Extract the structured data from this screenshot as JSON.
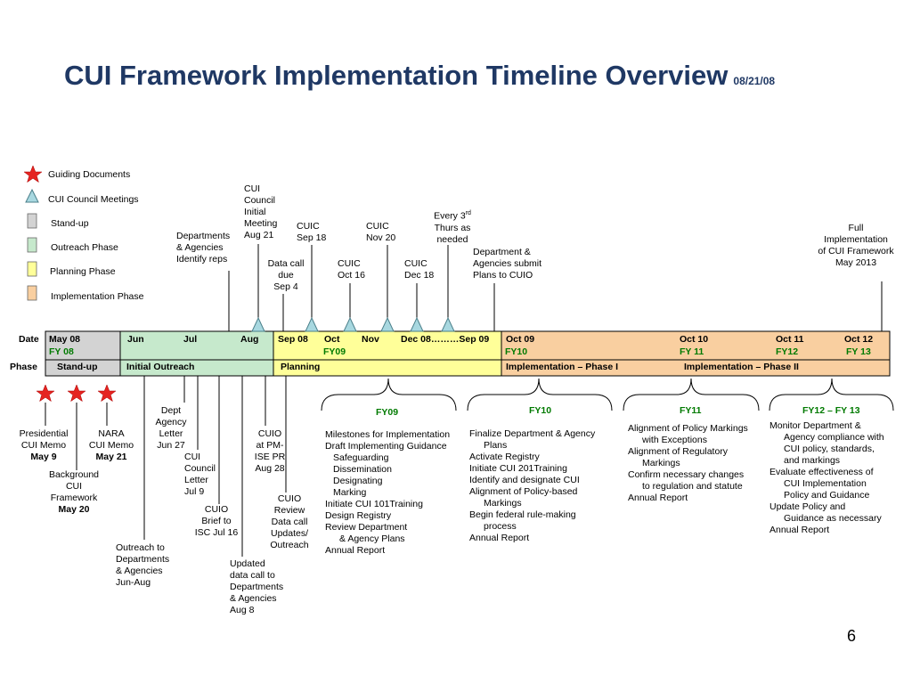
{
  "title": "CUI Framework Implementation Timeline Overview",
  "title_date": "08/21/08",
  "page_number": "6",
  "legend": {
    "guiding_documents": "Guiding Documents",
    "council_meetings": "CUI Council Meetings",
    "standup": "Stand-up",
    "outreach": "Outreach Phase",
    "planning": "Planning Phase",
    "implementation": "Implementation Phase"
  },
  "colors": {
    "title": "#1f3864",
    "standup": "#d3d3d3",
    "outreach": "#c6e9cc",
    "planning": "#ffff99",
    "implementation": "#f9cfa0",
    "star": "#e52421",
    "triangle": "#a8d8e0",
    "fy_text": "#007a00"
  },
  "timeline": {
    "row_date": "Date",
    "row_phase": "Phase",
    "may08": "May 08",
    "fy08": "FY 08",
    "jun": "Jun",
    "jul": "Jul",
    "aug": "Aug",
    "sep08": "Sep 08",
    "oct": "Oct",
    "nov": "Nov",
    "dec_sep": "Dec 08………Sep 09",
    "fy09": "FY09",
    "oct09": "Oct 09",
    "fy10": "FY10",
    "oct10": "Oct 10",
    "fy11": "FY 11",
    "oct11": "Oct 11",
    "fy12": "FY12",
    "oct12": "Oct 12",
    "fy13": "FY 13",
    "phase_standup": "Stand-up",
    "phase_outreach": "Initial Outreach",
    "phase_planning": "Planning",
    "phase_impl1": "Implementation – Phase I",
    "phase_impl2": "Implementation –  Phase II"
  },
  "above": {
    "dept_agencies": [
      "Departments",
      "& Agencies",
      "Identify reps"
    ],
    "council_initial": [
      "CUI",
      "Council",
      "Initial",
      "Meeting",
      "Aug 21"
    ],
    "data_call": [
      "Data call",
      "due",
      "Sep 4"
    ],
    "cuic_sep18": [
      "CUIC",
      "Sep 18"
    ],
    "cuic_oct16": [
      "CUIC",
      "Oct 16"
    ],
    "cuic_nov20": [
      "CUIC",
      "Nov 20"
    ],
    "cuic_dec18": [
      "CUIC",
      "Dec 18"
    ],
    "every3rd_a": "Every 3",
    "every3rd_sup": "rd",
    "every3rd_b": "Thurs as",
    "every3rd_c": "needed",
    "dept_submit": [
      "Department &",
      "Agencies submit",
      "Plans to CUIO"
    ],
    "full_impl": [
      "Full",
      "Implementation",
      "of CUI Framework",
      "May 2013"
    ]
  },
  "below": {
    "presidential": [
      "Presidential",
      "CUI Memo",
      "May 9"
    ],
    "nara": [
      "NARA",
      "CUI Memo",
      "May 21"
    ],
    "background": [
      "Background",
      "CUI",
      "Framework",
      "May 20"
    ],
    "outreach_to": [
      "Outreach to",
      "Departments",
      "& Agencies",
      "Jun-Aug"
    ],
    "dept_letter": [
      "Dept",
      "Agency",
      "Letter",
      "Jun 27"
    ],
    "council_letter": [
      "CUI",
      "Council",
      "Letter",
      "Jul 9"
    ],
    "cuio_brief": [
      "CUIO",
      "Brief  to",
      "ISC Jul 16"
    ],
    "updated_call": [
      "Updated",
      "data call  to",
      "Departments",
      "& Agencies",
      "Aug 8"
    ],
    "cuio_pm": [
      "CUIO",
      "at PM-",
      "ISE PR",
      "Aug 28"
    ],
    "cuio_review": [
      "CUIO",
      "Review",
      "Data call",
      "Updates/",
      "Outreach"
    ]
  },
  "fy_blocks": {
    "fy09": {
      "header": "FY09",
      "lines": [
        "Milestones for Implementation",
        "Draft Implementing Guidance",
        "Safeguarding",
        "Dissemination",
        "Designating",
        "Marking",
        "Initiate CUI 101Training",
        "Design Registry",
        "Review Department",
        "& Agency Plans",
        "Annual Report"
      ]
    },
    "fy10": {
      "header": "FY10",
      "lines": [
        "Finalize Department & Agency",
        "Plans",
        "Activate Registry",
        "Initiate CUI 201Training",
        "Identify and designate CUI",
        "Alignment of Policy-based",
        "Markings",
        "Begin federal rule-making",
        "process",
        "Annual Report"
      ]
    },
    "fy11": {
      "header": "FY11",
      "lines": [
        "Alignment of Policy Markings",
        "with Exceptions",
        "Alignment of Regulatory",
        "Markings",
        "Confirm necessary changes",
        "to regulation and statute",
        "Annual Report"
      ]
    },
    "fy1213": {
      "header": "FY12 – FY 13",
      "lines": [
        "Monitor Department &",
        "Agency compliance with",
        "CUI policy, standards,",
        "and markings",
        "Evaluate effectiveness of",
        "CUI Implementation",
        "Policy and Guidance",
        "Update Policy and",
        "Guidance as necessary",
        "Annual Report"
      ]
    }
  }
}
